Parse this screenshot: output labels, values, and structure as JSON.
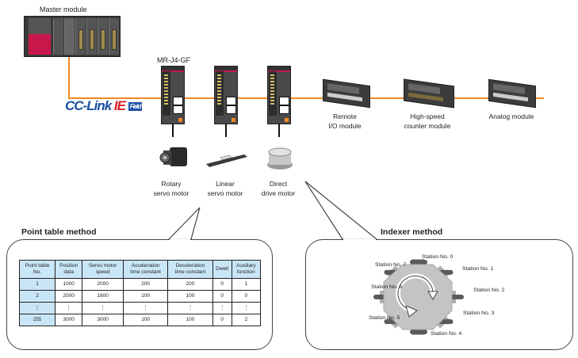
{
  "network": {
    "logo": {
      "part1": "CC-Link ",
      "part2": "IE",
      "part3": "Field"
    },
    "colors": {
      "network_line": "#f08a24",
      "table_header_bg": "#c9e6f7",
      "logo_blue": "#1a4fa3",
      "logo_red": "#d9232d"
    }
  },
  "devices": {
    "master": "Master module",
    "amplifier_model": "MR-J4-GF",
    "rotary": [
      "Rotary",
      "servo motor"
    ],
    "linear": [
      "Linear",
      "servo motor"
    ],
    "direct": [
      "Direct",
      "drive motor"
    ],
    "remote_io": [
      "Remote",
      "I/O module"
    ],
    "high_speed": [
      "High-speed",
      "counter module"
    ],
    "analog": "Analog module"
  },
  "point_table": {
    "title": "Point table method",
    "headers": [
      [
        "Point table",
        "No."
      ],
      [
        "Position",
        "data"
      ],
      [
        "Servo motor",
        "speed"
      ],
      [
        "Acceleration",
        "time constant"
      ],
      [
        "Deceleration",
        "time constant"
      ],
      [
        "Dwell",
        ""
      ],
      [
        "Auxiliary",
        "function"
      ]
    ],
    "rows": [
      [
        "1",
        "1000",
        "2000",
        "200",
        "200",
        "0",
        "1"
      ],
      [
        "2",
        "2000",
        "1600",
        "100",
        "100",
        "0",
        "0"
      ],
      [
        "⋮",
        "⋮",
        "⋮",
        "⋮",
        "⋮",
        "⋮",
        "⋮"
      ],
      [
        "255",
        "3000",
        "3000",
        "100",
        "100",
        "0",
        "2"
      ]
    ]
  },
  "indexer": {
    "title": "Indexer method",
    "stations": [
      "Station No. 0",
      "Station No. 1",
      "Station No. 2",
      "Station No. 3",
      "Station No. 4",
      "Station No. 5",
      "Station No. 6",
      "Station No. 7"
    ]
  }
}
